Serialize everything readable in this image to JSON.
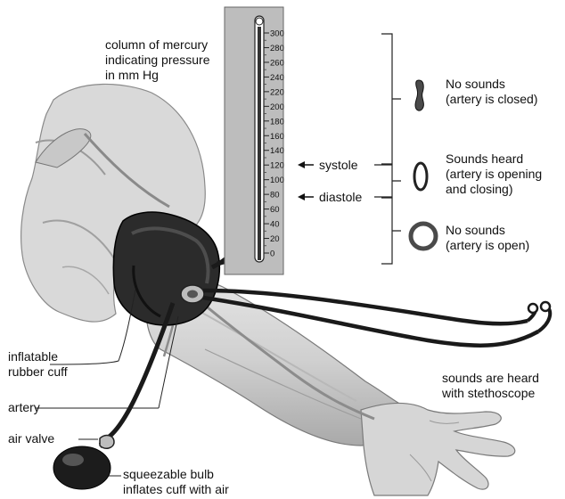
{
  "labels": {
    "mercury_line1": "column of mercury",
    "mercury_line2": "indicating pressure",
    "mercury_line3": "in mm Hg",
    "systole": "systole",
    "diastole": "diastole",
    "closed_title": "No sounds",
    "closed_desc": "(artery is closed)",
    "opening_title": "Sounds heard",
    "opening_desc1": "(artery is opening",
    "opening_desc2": "and closing)",
    "open_title": "No sounds",
    "open_desc": "(artery is open)",
    "cuff_line1": "inflatable",
    "cuff_line2": "rubber cuff",
    "artery": "artery",
    "air_valve": "air valve",
    "bulb_line1": "squeezable bulb",
    "bulb_line2": "inflates cuff with air",
    "stethoscope_line1": "sounds are heard",
    "stethoscope_line2": "with stethoscope"
  },
  "gauge": {
    "ticks": [
      "300",
      "280",
      "260",
      "240",
      "220",
      "200",
      "180",
      "160",
      "140",
      "120",
      "100",
      "80",
      "60",
      "40",
      "20",
      "0"
    ]
  },
  "colors": {
    "panel": "#bdbdbd",
    "skin": "#d2d2d2",
    "dark": "#1a1a1a"
  }
}
